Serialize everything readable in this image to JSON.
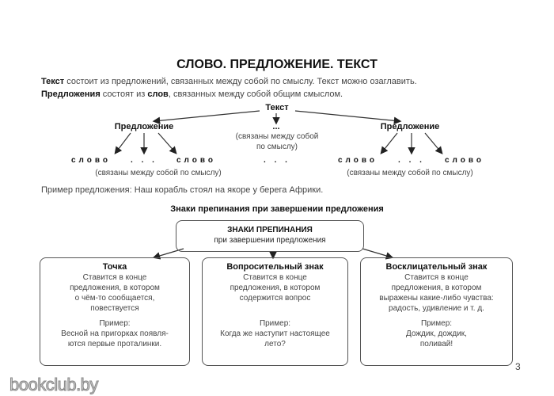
{
  "title": "СЛОВО. ПРЕДЛОЖЕНИЕ. ТЕКСТ",
  "intro": {
    "line1_bold": "Текст",
    "line1_rest": " состоит из предложений, связанных между собой по смыслу. Текст можно озаглавить.",
    "line2_bold1": "Предложения",
    "line2_mid": " состоят из ",
    "line2_bold2": "слов",
    "line2_rest": ", связанных между собой общим смыслом."
  },
  "diagram": {
    "root": "Текст",
    "sentence": "Предложение",
    "ellipsis": "...",
    "middle_note_1": "(связаны между собой",
    "middle_note_2": "по смыслу)",
    "word": "слово",
    "word_ellipsis": ". . .",
    "words_note": "(связаны между собой по смыслу)"
  },
  "example": "Пример предложения: Наш корабль стоял на якоре у берега Африки.",
  "subtitle": "Знаки препинания при завершении предложения",
  "top_box": {
    "title": "ЗНАКИ ПРЕПИНАНИЯ",
    "subtitle": "при завершении предложения"
  },
  "boxes": [
    {
      "title": "Точка",
      "lines": [
        "Ставится в конце",
        "предложения, в котором",
        "о чём-то сообщается,",
        "повествуется"
      ],
      "example_label": "Пример:",
      "example": [
        "Весной на пригорках появля-",
        "ются первые проталинки."
      ]
    },
    {
      "title": "Вопросительный знак",
      "lines": [
        "Ставится в конце",
        "предложения, в котором",
        "содержится вопрос",
        ""
      ],
      "example_label": "Пример:",
      "example": [
        "Когда же наступит настоящее",
        "лето?"
      ]
    },
    {
      "title": "Восклицательный знак",
      "lines": [
        "Ставится в конце",
        "предложения, в котором",
        "выражены какие-либо чувства:",
        "радость, удивление и т. д."
      ],
      "example_label": "Пример:",
      "example": [
        "Дождик, дождик,",
        "поливай!"
      ]
    }
  ],
  "page_number": "3",
  "watermark": "bookclub.by"
}
